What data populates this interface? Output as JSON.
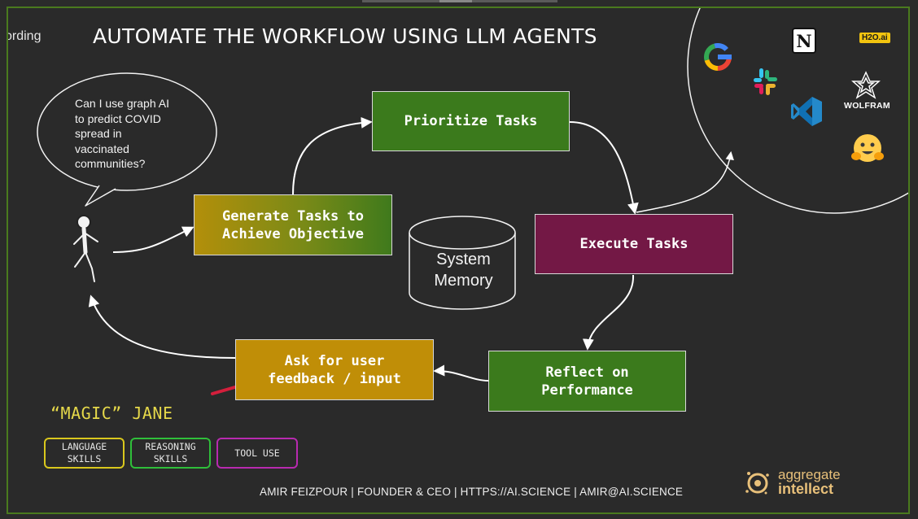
{
  "recording_text": "ording",
  "title": "AUTOMATE THE WORKFLOW USING LLM AGENTS",
  "speech_bubble": "Can I use graph AI\nto predict COVID\nspread in\nvaccinated\ncommunities?",
  "nodes": {
    "prioritize": "Prioritize Tasks",
    "generate": "Generate Tasks to\nAchieve Objective",
    "execute": "Execute Tasks",
    "reflect": "Reflect on\nPerformance",
    "feedback": "Ask for user\nfeedback / input"
  },
  "memory": "System\nMemory",
  "agent_name": "“MAGIC” JANE",
  "skills": {
    "language": "LANGUAGE\nSKILLS",
    "reasoning": "REASONING\nSKILLS",
    "tool": "TOOL USE"
  },
  "footer": "AMIR FEIZPOUR | FOUNDER & CEO | HTTPS://AI.SCIENCE | AMIR@AI.SCIENCE",
  "brand": {
    "line1": "aggregate",
    "line2": "intellect"
  },
  "tool_logos": {
    "h2o": "H2O.ai",
    "wolfram": "WOLFRAM",
    "notion": "N",
    "icons": [
      "google-icon",
      "slack-icon",
      "vscode-icon",
      "huggingface-icon",
      "wolfram-icon",
      "notion-icon",
      "h2o-icon"
    ]
  },
  "colors": {
    "prioritize": "#3b7a1c",
    "execute": "#731845",
    "reflect": "#3b7a1c",
    "feedback": "#c08e07",
    "generate_start": "#b38f0a",
    "generate_end": "#3f7a1c",
    "language_border": "#d9c71d",
    "reasoning_border": "#2fbf3a",
    "tool_border": "#b82ab0",
    "frame": "#4a7a1e"
  }
}
